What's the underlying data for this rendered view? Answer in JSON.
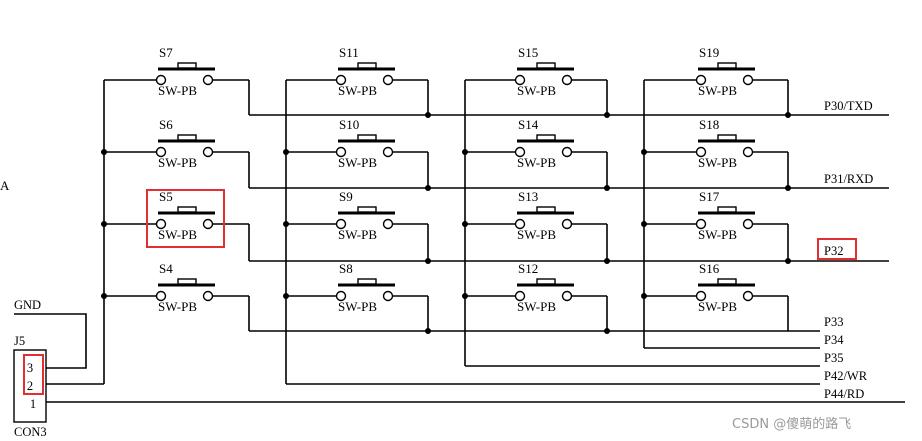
{
  "switches": [
    {
      "ref": "S7",
      "type": "SW-PB"
    },
    {
      "ref": "S11",
      "type": "SW-PB"
    },
    {
      "ref": "S15",
      "type": "SW-PB"
    },
    {
      "ref": "S19",
      "type": "SW-PB"
    },
    {
      "ref": "S6",
      "type": "SW-PB"
    },
    {
      "ref": "S10",
      "type": "SW-PB"
    },
    {
      "ref": "S14",
      "type": "SW-PB"
    },
    {
      "ref": "S18",
      "type": "SW-PB"
    },
    {
      "ref": "S5",
      "type": "SW-PB"
    },
    {
      "ref": "S9",
      "type": "SW-PB"
    },
    {
      "ref": "S13",
      "type": "SW-PB"
    },
    {
      "ref": "S17",
      "type": "SW-PB"
    },
    {
      "ref": "S4",
      "type": "SW-PB"
    },
    {
      "ref": "S8",
      "type": "SW-PB"
    },
    {
      "ref": "S12",
      "type": "SW-PB"
    },
    {
      "ref": "S16",
      "type": "SW-PB"
    }
  ],
  "nets": {
    "row1": "P30/TXD",
    "row2": "P31/RXD",
    "row3": "P32",
    "row4": "P33",
    "col1": "P34",
    "col2": "P35",
    "col3": "P42/WR",
    "col4": "P44/RD"
  },
  "gnd_label": "GND",
  "connector": {
    "ref": "J5",
    "pins": [
      "3",
      "2",
      "1"
    ],
    "name": "CON3"
  },
  "edge_fragment": "A",
  "watermark": "CSDN @傻萌的路飞",
  "highlight_color": "#e03030"
}
